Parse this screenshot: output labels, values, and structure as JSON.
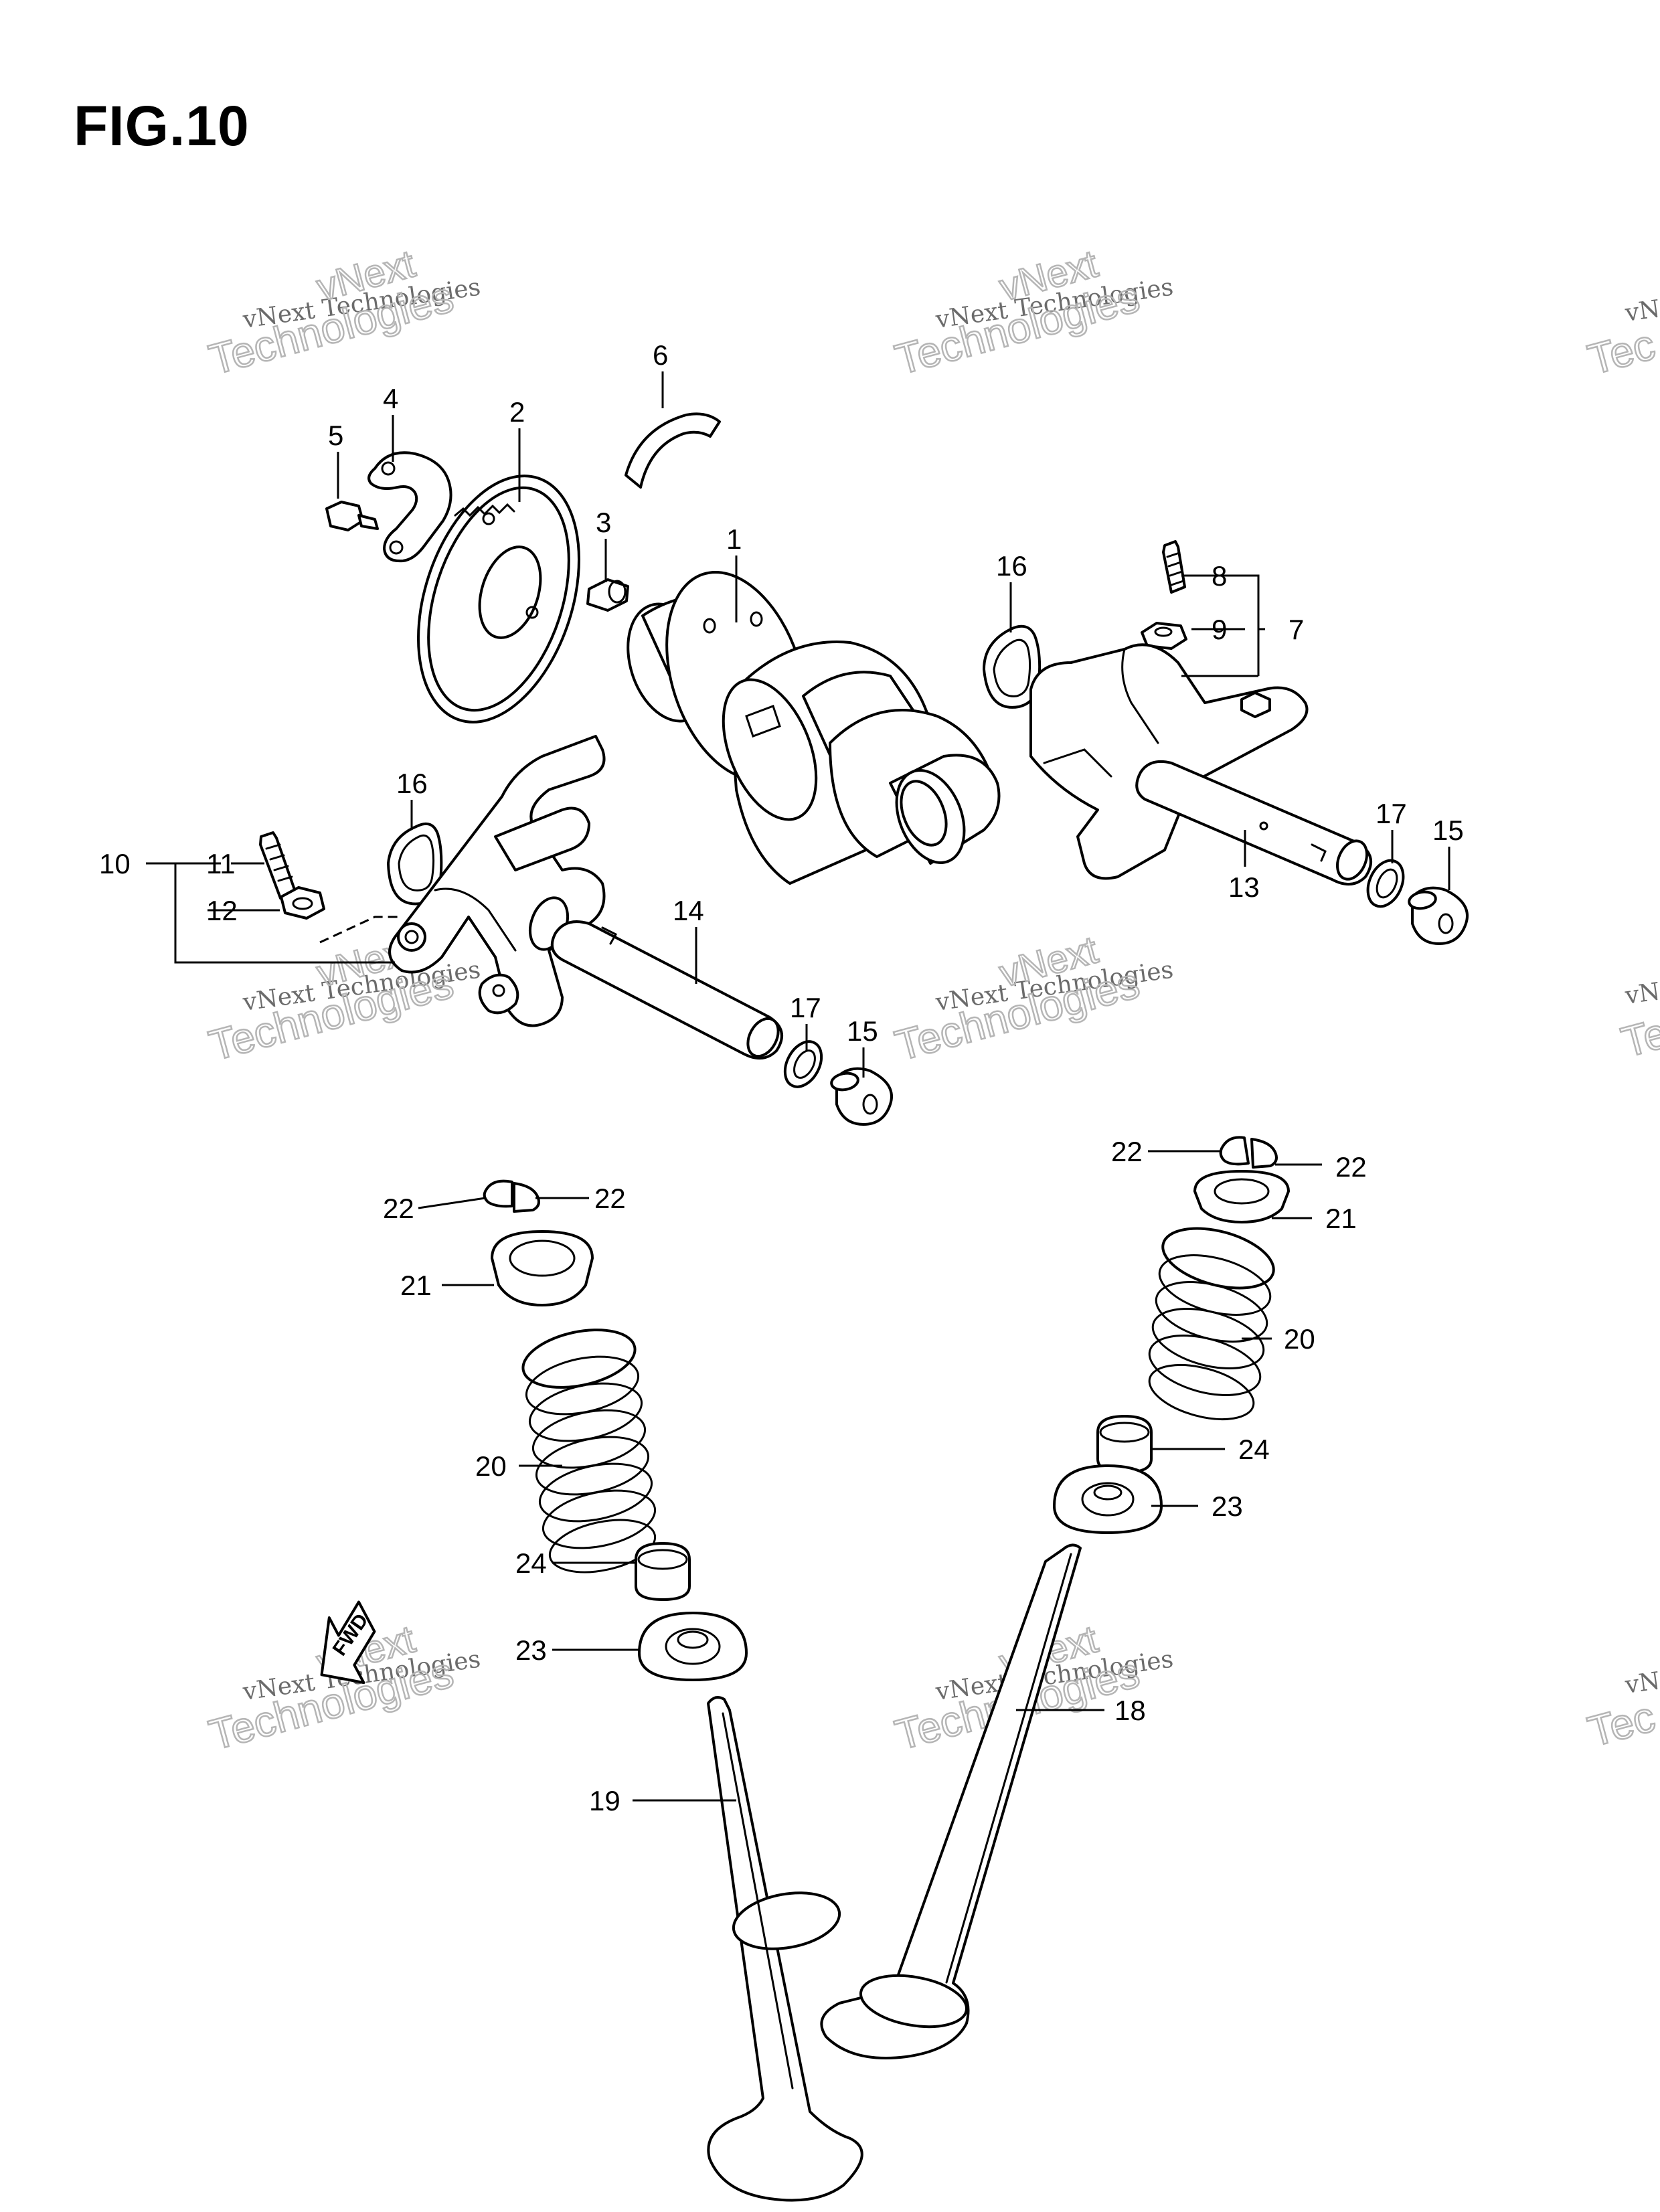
{
  "figure": {
    "title": "FIG.10"
  },
  "watermark": {
    "line1": "vNext Technologies",
    "line2": "Technologies",
    "line3": "vNext"
  },
  "fwd_label": "FWD",
  "callouts": {
    "c1": "1",
    "c2": "2",
    "c3": "3",
    "c4": "4",
    "c5": "5",
    "c6": "6",
    "c7": "7",
    "c8": "8",
    "c9": "9",
    "c10": "10",
    "c11": "11",
    "c12": "12",
    "c13": "13",
    "c14": "14",
    "c15a": "15",
    "c15b": "15",
    "c16a": "16",
    "c16b": "16",
    "c17a": "17",
    "c17b": "17",
    "c18": "18",
    "c19": "19",
    "c20a": "20",
    "c20b": "20",
    "c21a": "21",
    "c21b": "21",
    "c22a": "22",
    "c22b": "22",
    "c22c": "22",
    "c22d": "22",
    "c23a": "23",
    "c23b": "23",
    "c24a": "24",
    "c24b": "24"
  }
}
